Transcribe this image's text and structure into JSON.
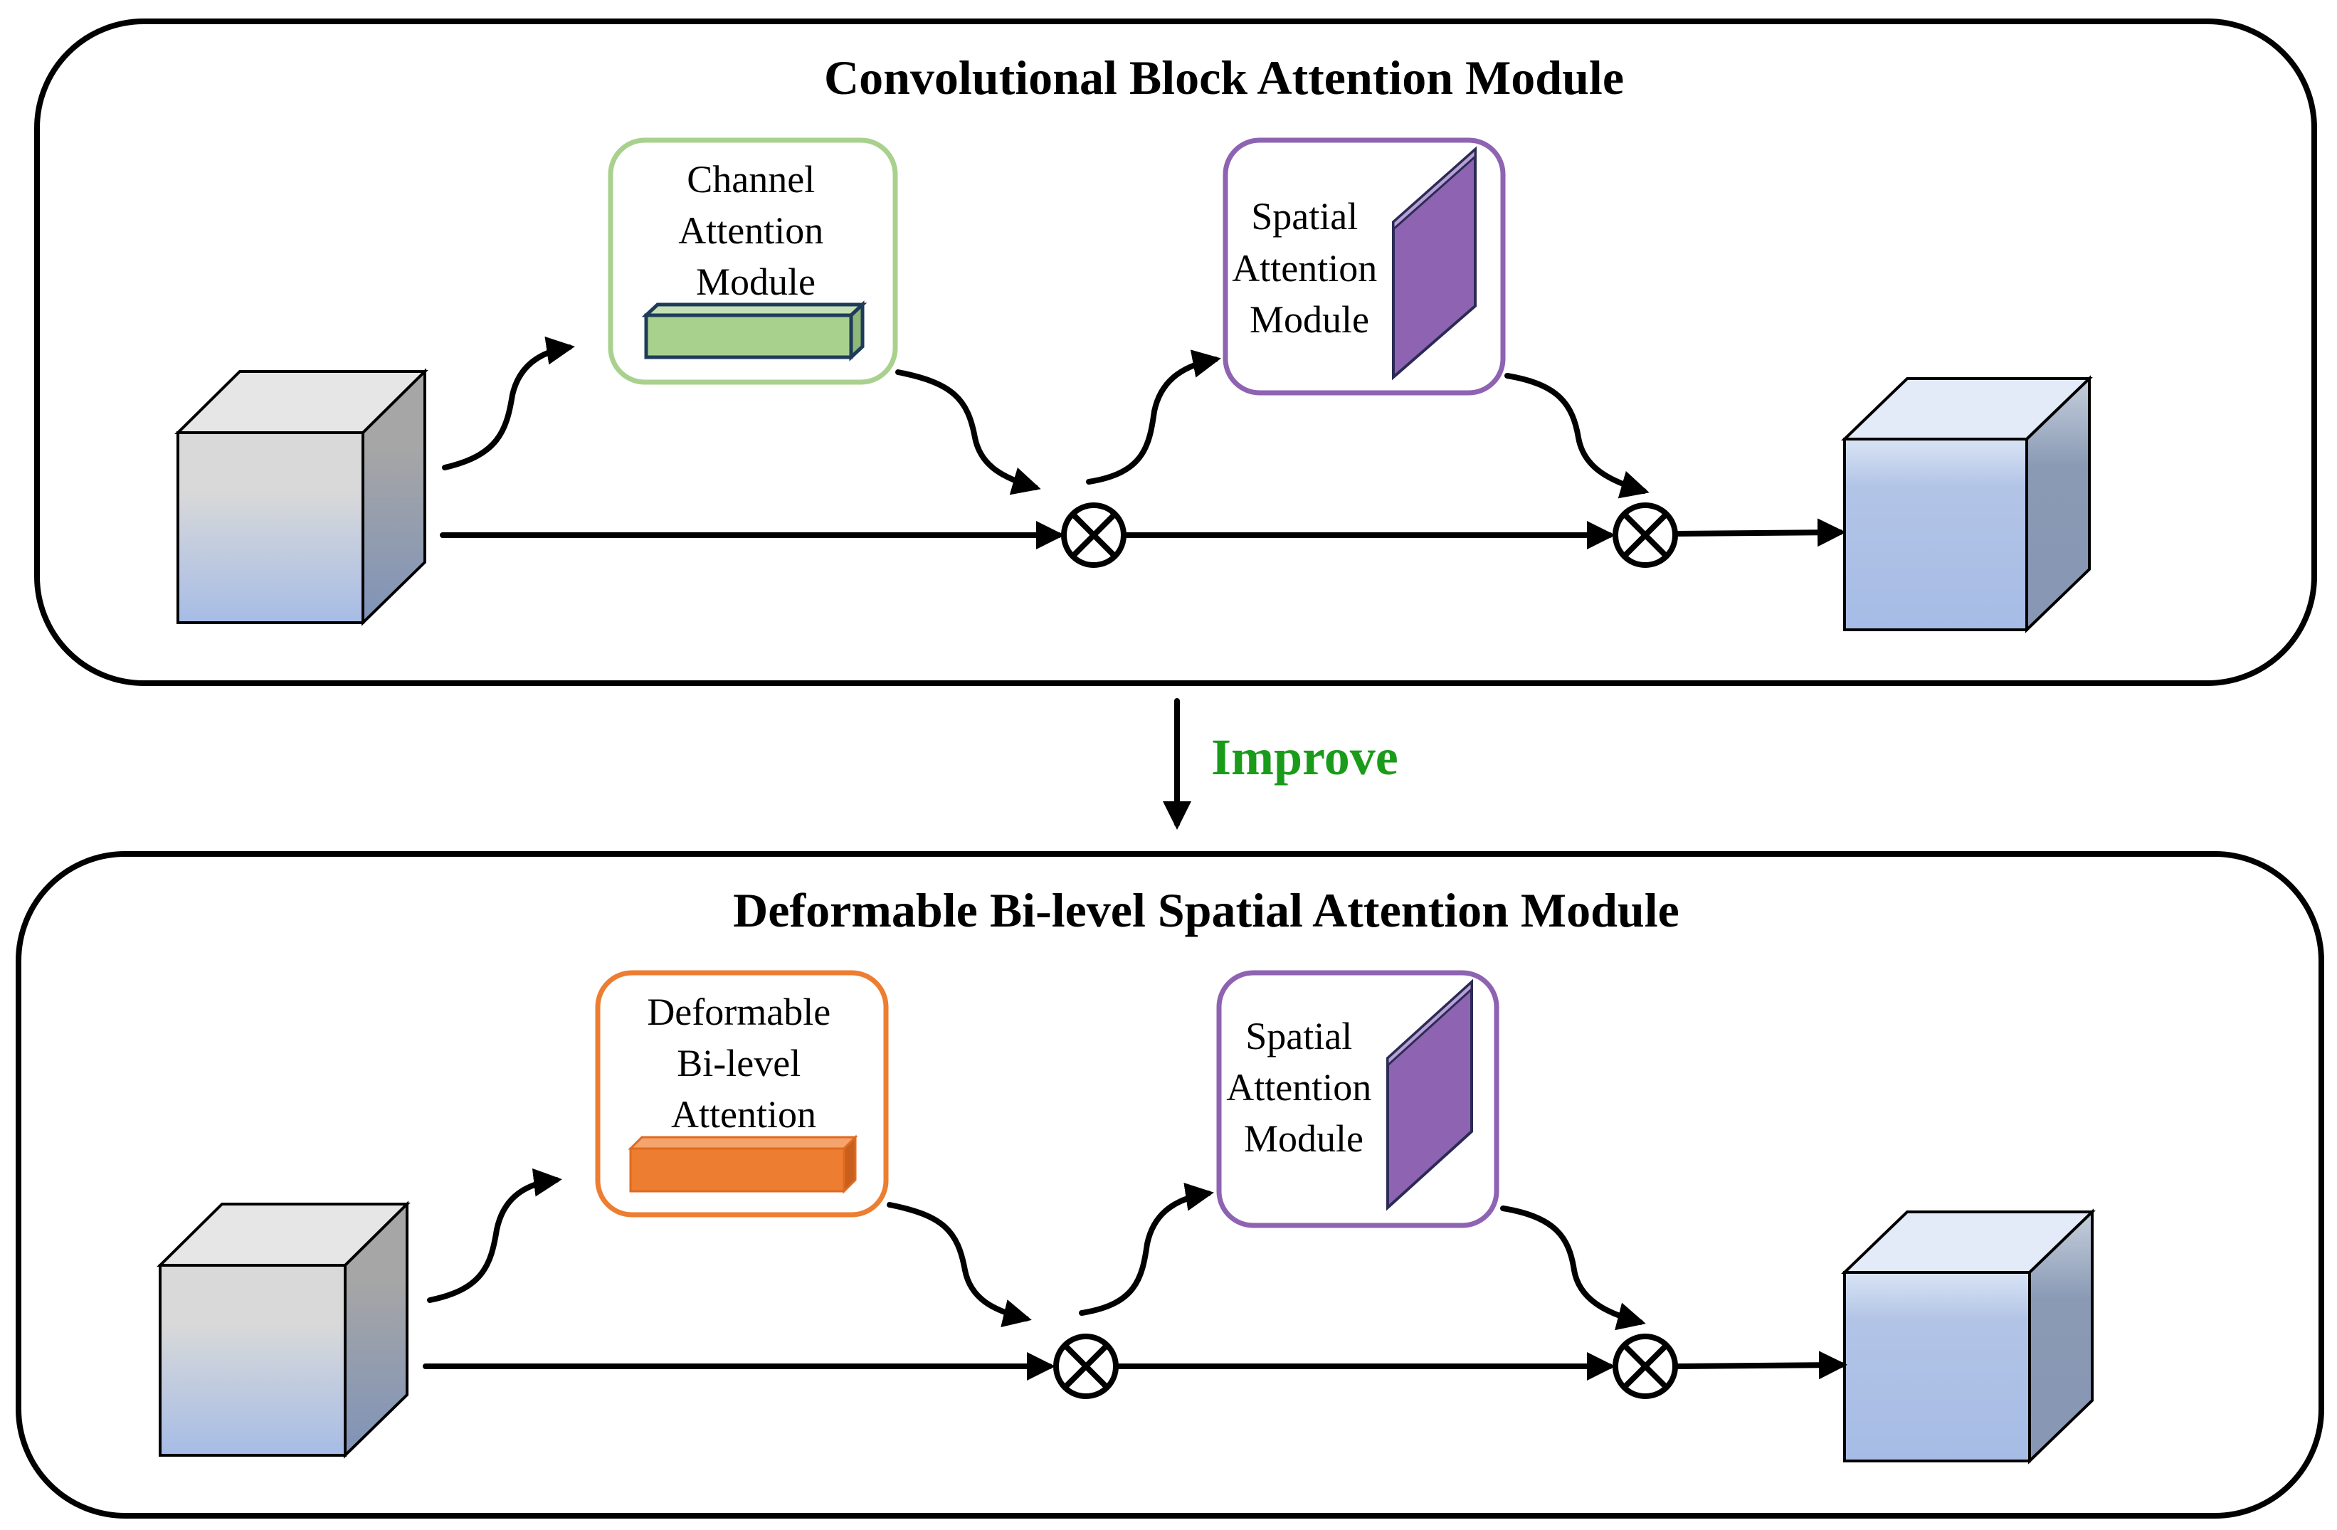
{
  "top_panel": {
    "title": "Convolutional Block Attention Module",
    "module1": {
      "lines": [
        "Channel",
        "Attention",
        "Module"
      ],
      "border_color": "#a9d18e",
      "bar_color": "#a9d18e"
    },
    "module2": {
      "lines": [
        "Spatial",
        "Attention",
        "Module"
      ],
      "border_color": "#8e63b2",
      "plate_color": "#8e63b2"
    }
  },
  "improve_label": "Improve",
  "improve_color": "#1a9c1a",
  "bottom_panel": {
    "title": "Deformable Bi-level Spatial Attention Module",
    "module1": {
      "lines": [
        "Deformable",
        "Bi-level",
        "Attention"
      ],
      "border_color": "#ed7d31",
      "bar_color": "#ed7d31"
    },
    "module2": {
      "lines": [
        "Spatial",
        "Attention",
        "Module"
      ],
      "border_color": "#8e63b2",
      "plate_color": "#8e63b2"
    }
  },
  "operators": {
    "multiply_symbol": "⊗"
  }
}
